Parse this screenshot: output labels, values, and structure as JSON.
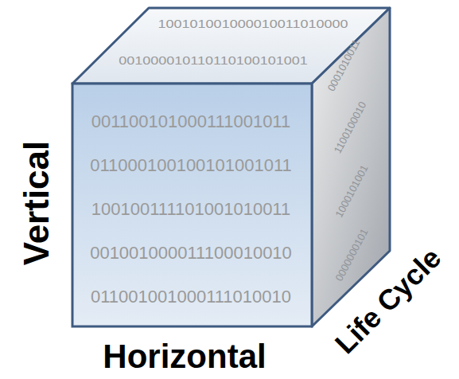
{
  "diagram": {
    "labels": [
      "100101001000010011010000",
      "001000010110110100101001",
      "001100101000111001011",
      "011000100100101001011",
      "100100111101001010011",
      "001001000011100010010",
      "011001001000111010010",
      "0001010011",
      "1100100010",
      "1000101001",
      "0000000101",
      "Vertical",
      "Horizontal",
      "Life Cycle"
    ]
  }
}
